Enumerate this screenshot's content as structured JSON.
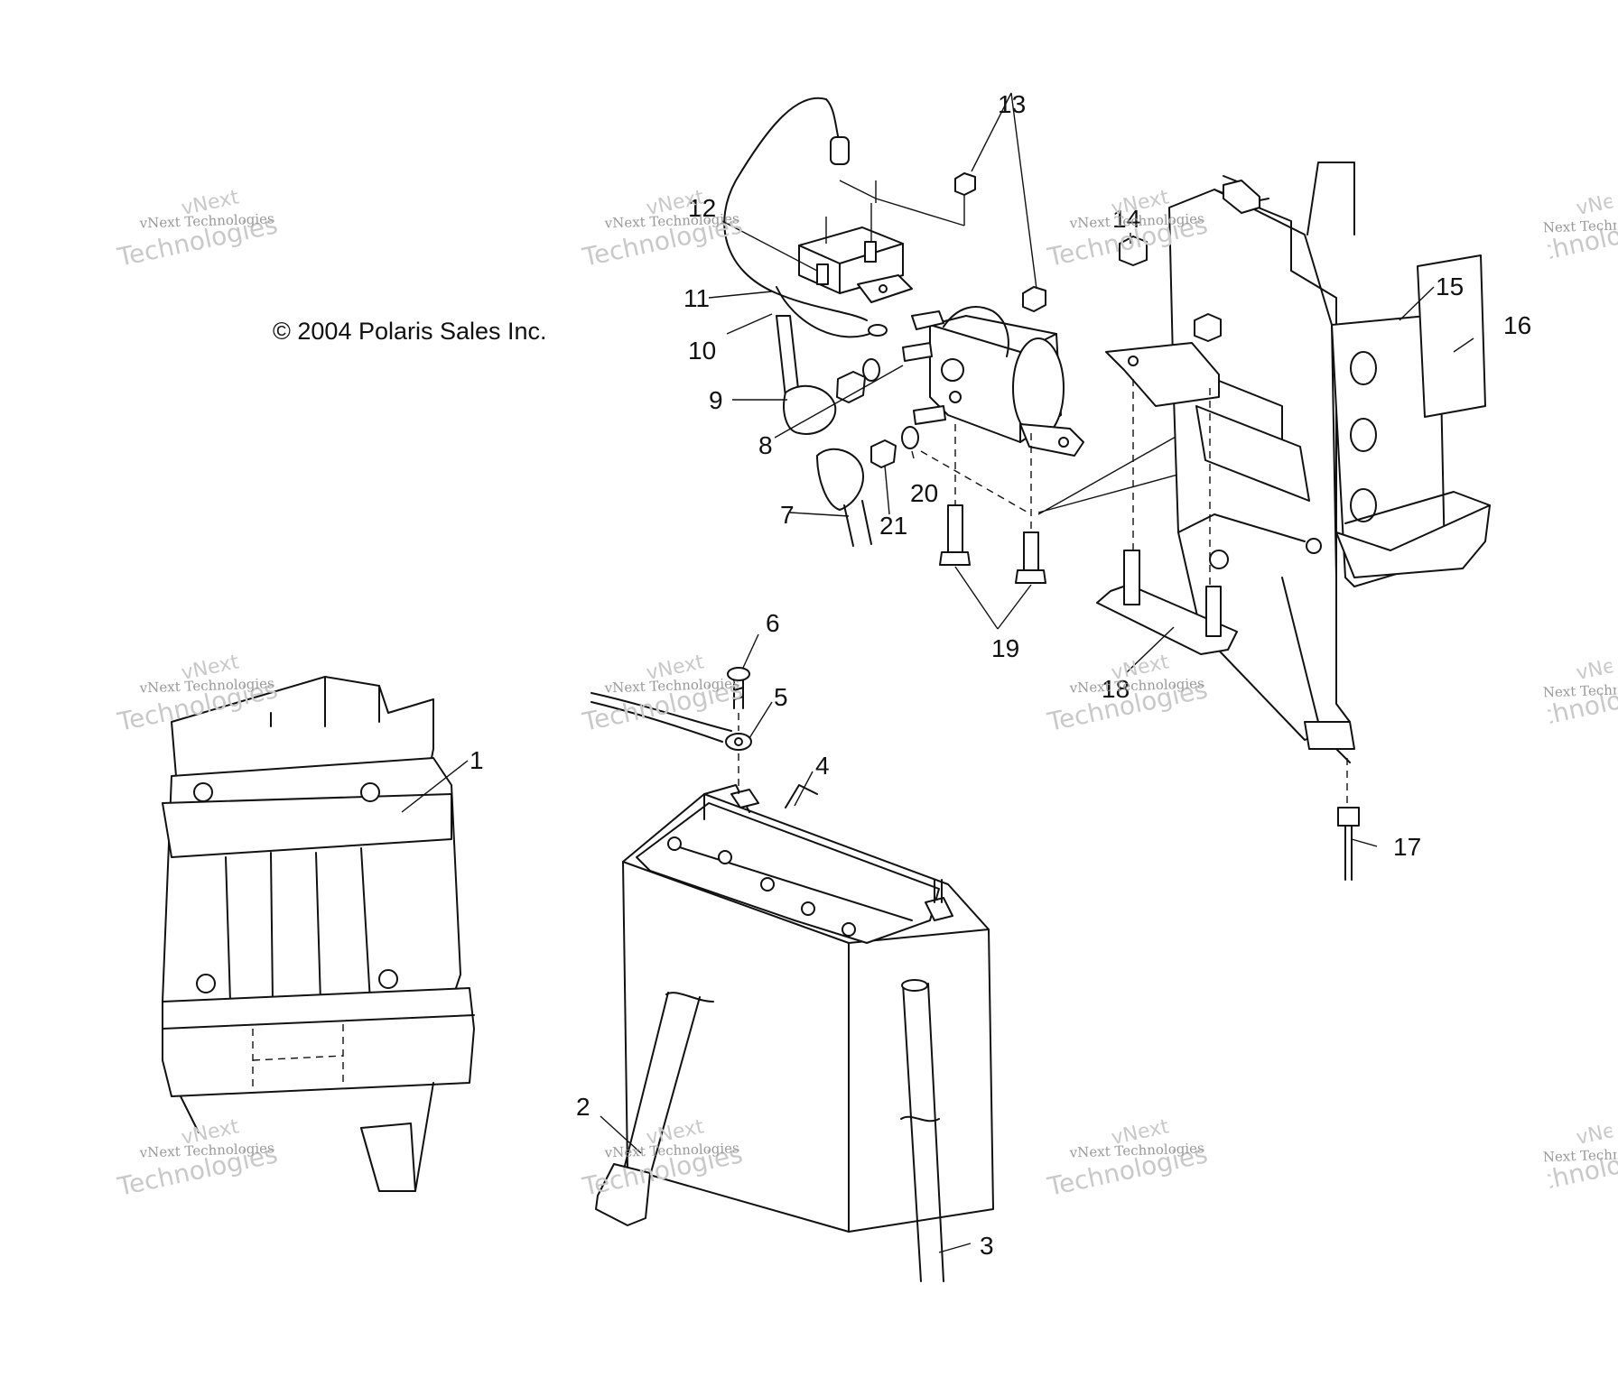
{
  "copyright": "© 2004 Polaris Sales Inc.",
  "watermark": {
    "line1": "vNext",
    "line2": "vNext Technologies",
    "line3": "Technologies"
  },
  "callouts": {
    "c1": "1",
    "c2": "2",
    "c3": "3",
    "c4": "4",
    "c5": "5",
    "c6": "6",
    "c7": "7",
    "c8": "8",
    "c9": "9",
    "c10": "10",
    "c11": "11",
    "c12": "12",
    "c13": "13",
    "c14": "14",
    "c15": "15",
    "c16": "16",
    "c17": "17",
    "c18": "18",
    "c19": "19",
    "c20": "20",
    "c21": "21"
  }
}
